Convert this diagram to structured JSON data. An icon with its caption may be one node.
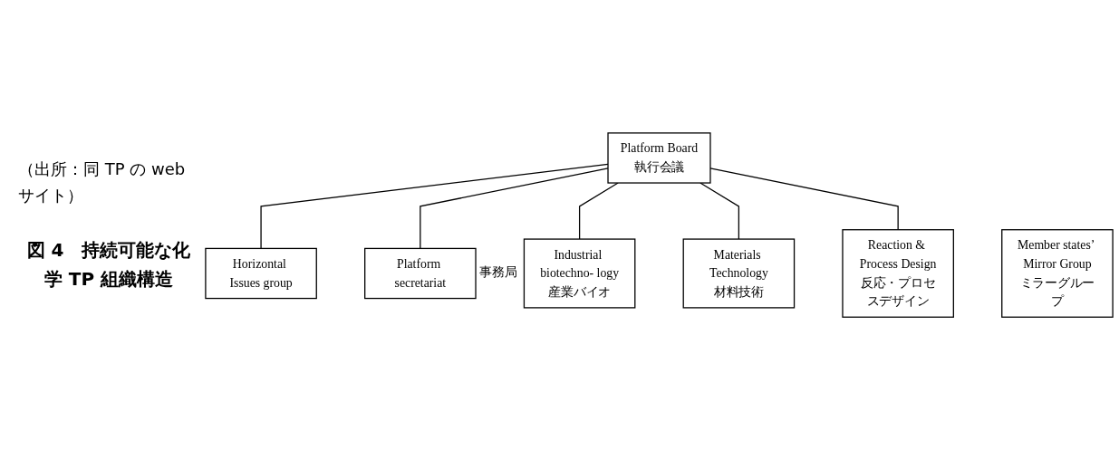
{
  "diagram": {
    "caption": "図 4　持続可能な化学 TP 組織構造",
    "nodes": [
      {
        "text": [
          "Member states’ Mirror Group",
          "ミラーグループ"
        ]
      },
      {
        "text": [
          "Platform Board",
          "執行会議"
        ]
      },
      {
        "text": [
          "Horizontal Issues group"
        ]
      },
      {
        "text": [
          "Platform secretariat"
        ],
        "beside": [
          "事務局"
        ]
      },
      {
        "text": [
          "Industrial biotechno- logy",
          "産業バイオ"
        ]
      },
      {
        "text": [
          "Materials Technology",
          "材料技術"
        ]
      },
      {
        "text": [
          "Reaction & Process Design",
          "反応・プロセスデザイン"
        ]
      }
    ],
    "edges": [
      {
        "from": 1,
        "to": 2,
        "arrow": "none"
      },
      {
        "from": 1,
        "to": 3,
        "arrow": "none"
      },
      {
        "from": 1,
        "to": 4,
        "arrow": "none"
      },
      {
        "from": 1,
        "to": 5,
        "arrow": "none"
      },
      {
        "from": 1,
        "to": 6,
        "arrow": "none"
      }
    ],
    "labels": [
      "（出所：同 TP の web サイト）"
    ]
  }
}
